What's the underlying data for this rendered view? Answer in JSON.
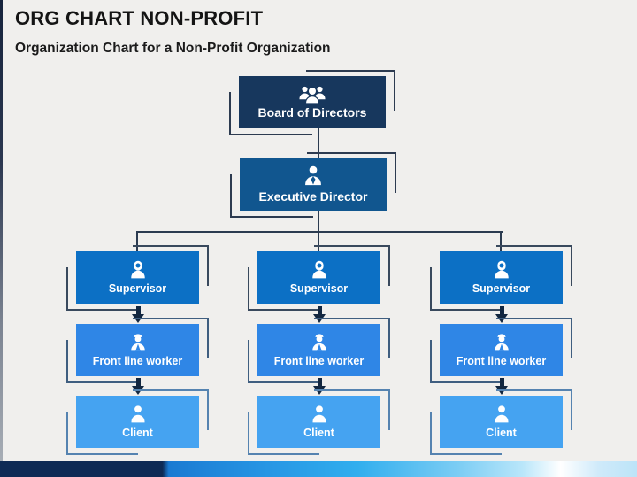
{
  "slide": {
    "title": "ORG CHART NON-PROFIT",
    "subtitle": "Organization Chart for a Non-Profit Organization"
  },
  "org": {
    "board": {
      "label": "Board of Directors",
      "icon": "group-people-icon"
    },
    "executive": {
      "label": "Executive Director",
      "icon": "executive-person-icon"
    },
    "columns": [
      {
        "supervisor": {
          "label": "Supervisor",
          "icon": "supervisor-person-icon"
        },
        "worker": {
          "label": "Front line worker",
          "icon": "worker-person-icon"
        },
        "client": {
          "label": "Client",
          "icon": "client-person-icon"
        }
      },
      {
        "supervisor": {
          "label": "Supervisor",
          "icon": "supervisor-person-icon"
        },
        "worker": {
          "label": "Front line worker",
          "icon": "worker-person-icon"
        },
        "client": {
          "label": "Client",
          "icon": "client-person-icon"
        }
      },
      {
        "supervisor": {
          "label": "Supervisor",
          "icon": "supervisor-person-icon"
        },
        "worker": {
          "label": "Front line worker",
          "icon": "worker-person-icon"
        },
        "client": {
          "label": "Client",
          "icon": "client-person-icon"
        }
      }
    ]
  },
  "colors": {
    "background": "#f0efed",
    "board_box": "#17375d",
    "executive_box": "#11568f",
    "supervisor_box": "#0c70c5",
    "worker_box": "#2f86e6",
    "client_box": "#45a3f1",
    "connector": "#2b3b50",
    "arrow": "#132740",
    "bracket_dark": "#2d3b50",
    "bracket_supervisor": "#39495d",
    "bracket_worker": "#3f5e80",
    "bracket_client": "#5583b0",
    "bottom_bar_navy": "#0e2a55",
    "bottom_bar_blue": "#31aeee",
    "title_text": "#141414"
  }
}
